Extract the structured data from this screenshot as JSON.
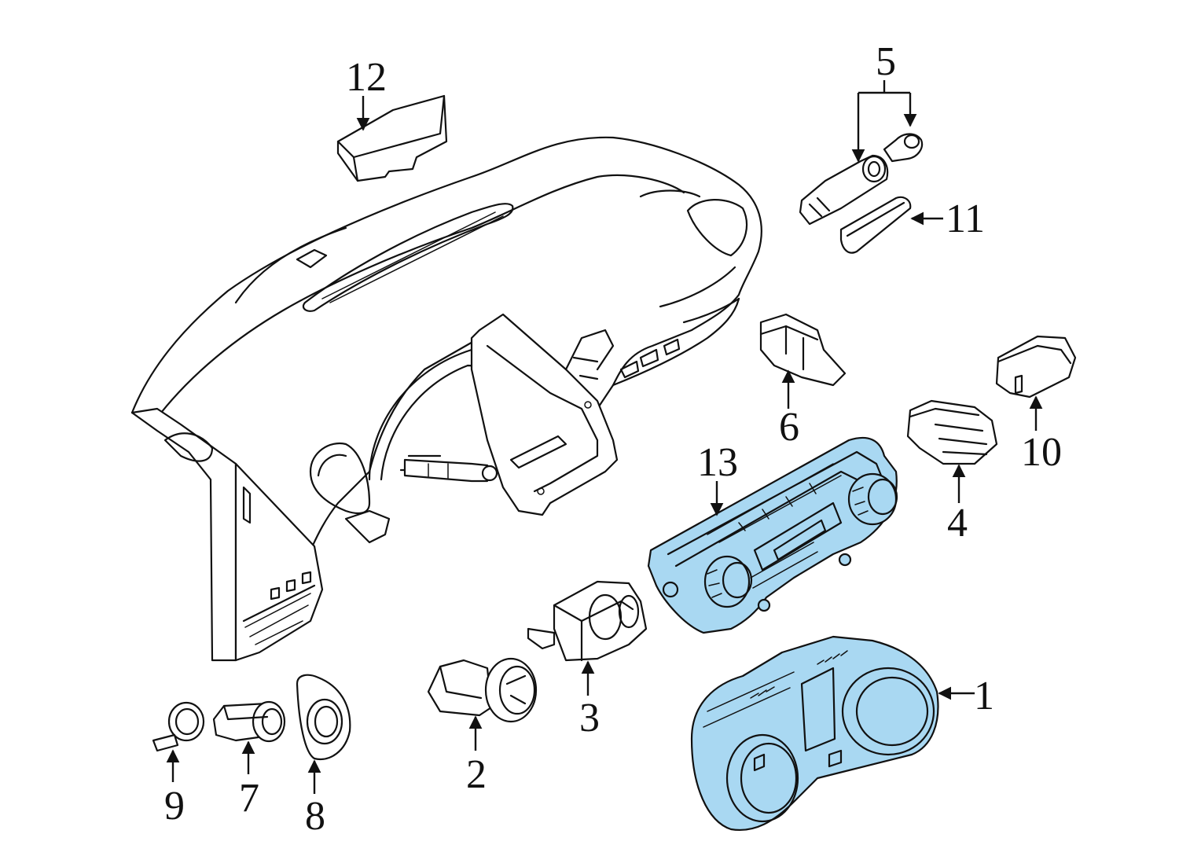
{
  "highlight_color": "#a9d8f2",
  "callouts": [
    {
      "id": "1",
      "text": "1"
    },
    {
      "id": "2",
      "text": "2"
    },
    {
      "id": "3",
      "text": "3"
    },
    {
      "id": "4",
      "text": "4"
    },
    {
      "id": "5",
      "text": "5"
    },
    {
      "id": "6",
      "text": "6"
    },
    {
      "id": "7",
      "text": "7"
    },
    {
      "id": "8",
      "text": "8"
    },
    {
      "id": "9",
      "text": "9"
    },
    {
      "id": "10",
      "text": "10"
    },
    {
      "id": "11",
      "text": "11"
    },
    {
      "id": "12",
      "text": "12"
    },
    {
      "id": "13",
      "text": "13",
      "highlighted": true
    }
  ]
}
